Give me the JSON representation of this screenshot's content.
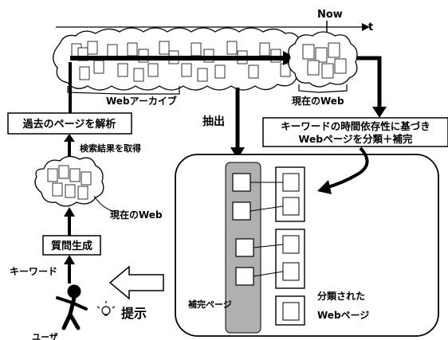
{
  "timeline": {
    "now_label": "Now",
    "axis_label": "t"
  },
  "labels": {
    "web_archive": "Webアーカイブ",
    "current_web_top": "現在のWeb",
    "current_web_left": "現在のWeb",
    "extract": "抽出",
    "get_search_results": "検索結果を取得",
    "keyword": "キーワード",
    "present": "提示",
    "user": "ユーザ",
    "complement_pages": "補完ページ",
    "classified_line1": "分類された",
    "classified_line2": "Webページ"
  },
  "boxes": {
    "analyze_past": "過去のページを解析",
    "classify_line1": "キーワードの時間依存性に基づき",
    "classify_line2": "Webページを分類＋補完",
    "generate_query": "質問生成"
  },
  "colors": {
    "stroke": "#000000",
    "gray": "#b0b0b0",
    "outline_arrow": "#ffffff"
  }
}
